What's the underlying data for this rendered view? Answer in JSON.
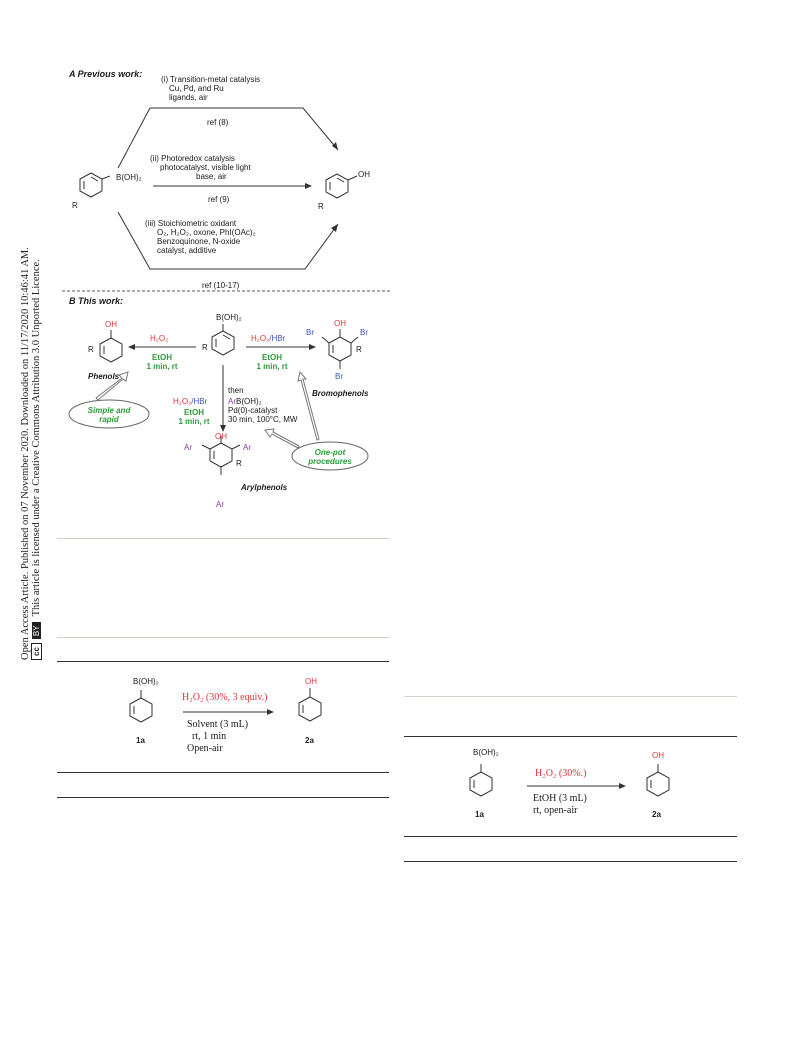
{
  "sidebar": {
    "line1": "Open Access Article. Published on 07 November 2020. Downloaded on 11/17/2020 10:46:41 AM.",
    "line2": "This article is licensed under a Creative Commons Attribution 3.0 Unported Licence.",
    "cc_badge": "cc",
    "by_badge": "BY"
  },
  "schemeA": {
    "heading": "A Previous work:",
    "route1": [
      "(i) Transition-metal catalysis",
      "Cu, Pd, and Ru",
      "ligands, air"
    ],
    "route1_ref": "ref (8)",
    "route2": [
      "(ii) Photoredox catalysis",
      "photocatalyst, visible light",
      "base, air"
    ],
    "route2_ref": "ref (9)",
    "route3_title": "(iii) Stoichiometric oxidant",
    "route3_oxidants": "O₂, H₂O₂, oxone, PhI(OAc)₂",
    "route3_more": [
      "Benzoquinone, N-oxide",
      "catalyst, additive"
    ],
    "route3_ref": "ref (10-17)",
    "start_label": "B(OH)₂",
    "start_R": "R",
    "product_label": "OH",
    "product_R": "R"
  },
  "schemeB": {
    "heading": "B This work:",
    "center_label": "B(OH)₂",
    "center_R": "R",
    "left_reagent": "H₂O₂",
    "left_conditions": [
      "EtOH",
      "1 min, rt"
    ],
    "left_product_OH": "OH",
    "left_product_R": "R",
    "left_product_name": "Phenols",
    "right_reagent_red": "H₂O₂",
    "right_reagent_blue": "/HBr",
    "right_conditions": [
      "EtOH",
      "1 min, rt"
    ],
    "right_product_OH": "OH",
    "right_product_Br": [
      "Br",
      "Br",
      "Br"
    ],
    "right_product_R": "R",
    "right_product_name": "Bromophenols",
    "down_then": "then",
    "down_left_red": "H₂O₂",
    "down_left_blue": "/HBr",
    "down_left_cond": [
      "EtOH",
      "1 min, rt"
    ],
    "down_right_ar": "Ar",
    "down_right_reagent": "B(OH)₂",
    "down_right_cond": [
      "Pd(0)-catalyst",
      "30 min, 100°C, MW"
    ],
    "bottom_product_OH": "OH",
    "bottom_product_Ar": [
      "Ar",
      "Ar",
      "Ar"
    ],
    "bottom_product_R": "R",
    "bottom_product_name": "Arylphenols",
    "callout_left": [
      "Simple and",
      "rapid"
    ],
    "callout_right": [
      "One-pot",
      "procedures"
    ]
  },
  "table1": {
    "sm_label": "B(OH)₂",
    "sm_id": "1a",
    "reagent": "H₂O₂ (30%, 3 equiv.)",
    "conditions": [
      "Solvent (3 mL)",
      "rt, 1 min",
      "Open-air"
    ],
    "product_label": "OH",
    "product_id": "2a"
  },
  "table2": {
    "sm_label": "B(OH)₂",
    "sm_id": "1a",
    "reagent": "H₂O₂ (30%.)",
    "conditions": [
      "EtOH (3 mL)",
      "rt, open-air"
    ],
    "product_label": "OH",
    "product_id": "2a"
  },
  "colors": {
    "red": "#e0343a",
    "blue": "#3a55b8",
    "green": "#2e9a3a",
    "purple": "#8a3aa6"
  }
}
